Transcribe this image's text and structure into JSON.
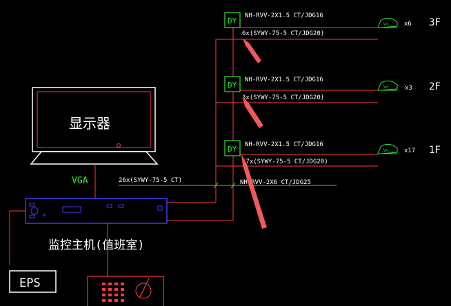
{
  "monitor": {
    "label": "显示器",
    "interface_label": "VGA"
  },
  "host": {
    "label": "监控主机(值班室)"
  },
  "eps": {
    "label": "EPS"
  },
  "floors": [
    {
      "floor": "3F",
      "dy": "DY",
      "power_cable": "NH-RVV-2X1.5  CT/JDG16",
      "signal_cable": "6x(SYWY-75-5  CT/JDG20)",
      "count": "x6"
    },
    {
      "floor": "2F",
      "dy": "DY",
      "power_cable": "NH-RVV-2X1.5  CT/JDG16",
      "signal_cable": "3x(SYWY-75-5  CT/JDG20)",
      "count": "x3"
    },
    {
      "floor": "1F",
      "dy": "DY",
      "power_cable": "NH-RVV-2X1.5  CT/JDG16",
      "signal_cable": "17x(SYWY-75-5  CT/JDG20)",
      "count": "x17"
    }
  ],
  "trunk": {
    "signal_cable": "26x(SYWY-75-5  CT)",
    "power_cable": "NH-RVV-2X6  CT/JDG25"
  },
  "colors": {
    "background": "#000000",
    "wire": "#ff3b3b",
    "green": "#2ee62e",
    "blue": "#3a3aff",
    "text": "#ffffff",
    "arrow": "#f05a5a"
  }
}
